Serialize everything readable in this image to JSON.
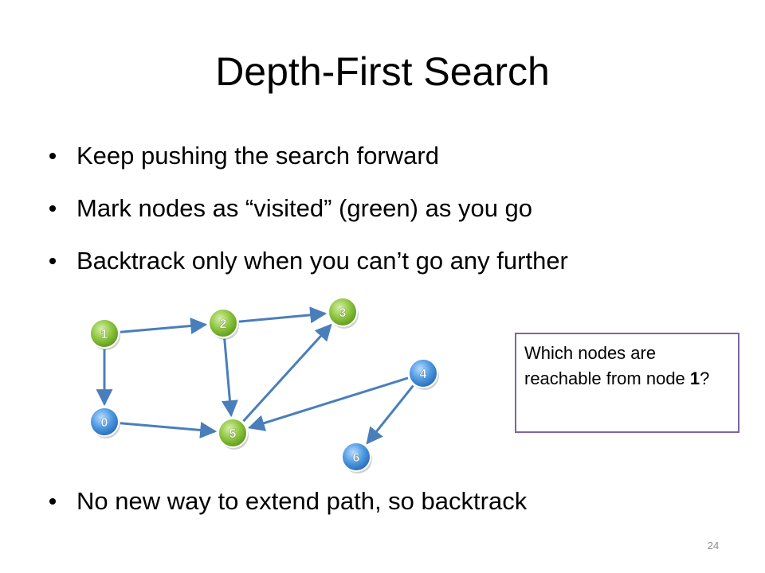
{
  "slide": {
    "title": "Depth-First Search",
    "bullets": [
      "Keep pushing the search forward",
      "Mark nodes as “visited” (green) as you go",
      "Backtrack only when you can’t go any further"
    ],
    "final_bullet": "No new way to extend path, so backtrack",
    "slide_number": "24"
  },
  "callout": {
    "text_before": "Which nodes are reachable from node ",
    "bold_node": "1",
    "text_after": "?"
  },
  "graph": {
    "nodes": [
      {
        "id": "1",
        "state": "visited"
      },
      {
        "id": "2",
        "state": "visited"
      },
      {
        "id": "3",
        "state": "visited"
      },
      {
        "id": "0",
        "state": "unvisited"
      },
      {
        "id": "5",
        "state": "visited"
      },
      {
        "id": "4",
        "state": "unvisited"
      },
      {
        "id": "6",
        "state": "unvisited"
      }
    ],
    "edges": [
      {
        "from": "1",
        "to": "2"
      },
      {
        "from": "1",
        "to": "0"
      },
      {
        "from": "2",
        "to": "3"
      },
      {
        "from": "2",
        "to": "5"
      },
      {
        "from": "0",
        "to": "5"
      },
      {
        "from": "5",
        "to": "3"
      },
      {
        "from": "4",
        "to": "5"
      },
      {
        "from": "4",
        "to": "6"
      }
    ],
    "colors": {
      "visited": "#8ec63f",
      "unvisited": "#4f9be2",
      "edge": "#4a7ebb",
      "callout_border": "#8064a2"
    }
  }
}
